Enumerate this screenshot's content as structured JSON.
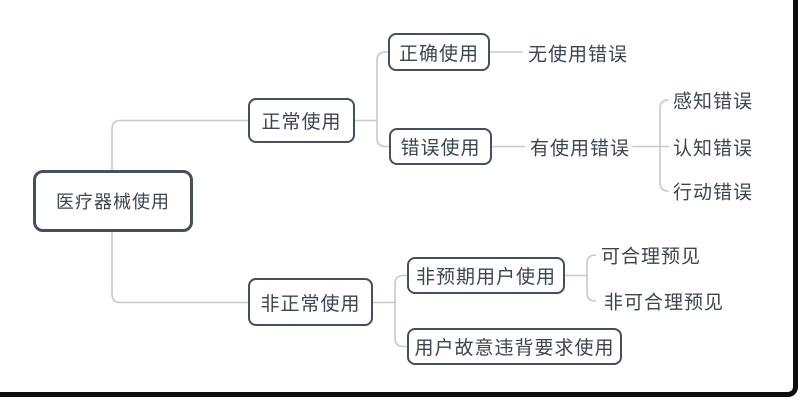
{
  "colors": {
    "background": "#ffffff",
    "node_border": "#454f5e",
    "node_text": "#3d4551",
    "connector": "#c5c8cd",
    "frame_border": "#0d0d0d"
  },
  "tree": {
    "label": "医疗器械使用",
    "children": [
      {
        "label": "正常使用",
        "children": [
          {
            "label": "正确使用",
            "children": [
              {
                "label": "无使用错误",
                "children": []
              }
            ]
          },
          {
            "label": "错误使用",
            "children": [
              {
                "label": "有使用错误",
                "children": [
                  {
                    "label": "感知错误"
                  },
                  {
                    "label": "认知错误"
                  },
                  {
                    "label": "行动错误"
                  }
                ]
              }
            ]
          }
        ]
      },
      {
        "label": "非正常使用",
        "children": [
          {
            "label": "非预期用户使用",
            "children": [
              {
                "label": "可合理预见"
              },
              {
                "label": "非可合理预见"
              }
            ]
          },
          {
            "label": "用户故意违背要求使用",
            "children": []
          }
        ]
      }
    ]
  }
}
